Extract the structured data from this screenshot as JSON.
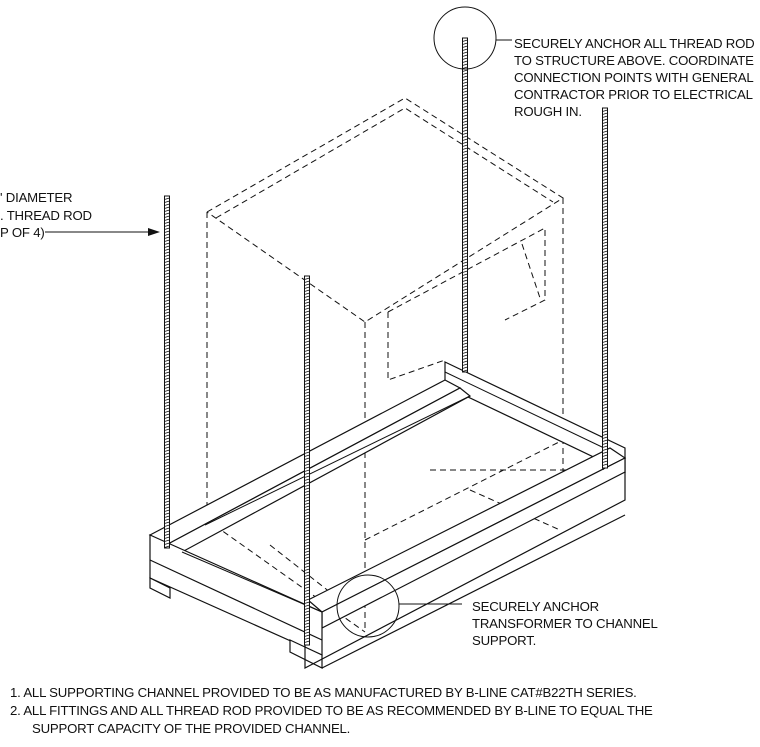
{
  "callouts": {
    "top_right": [
      "SECURELY ANCHOR ALL THREAD ROD",
      "TO STRUCTURE ABOVE. COORDINATE",
      "CONNECTION POINTS WITH GENERAL",
      "CONTRACTOR PRIOR TO ELECTRICAL",
      "ROUGH IN."
    ],
    "left_rod": [
      "' DIAMETER",
      ". THREAD ROD",
      "P OF 4)"
    ],
    "bottom_right": [
      "SECURELY ANCHOR",
      "TRANSFORMER TO CHANNEL",
      "SUPPORT."
    ]
  },
  "notes": [
    "1.  ALL SUPPORTING CHANNEL PROVIDED TO BE AS MANUFACTURED BY B-LINE CAT#B22TH SERIES.",
    "2.  ALL FITTINGS AND ALL THREAD ROD PROVIDED TO BE AS RECOMMENDED BY B-LINE TO EQUAL THE",
    "SUPPORT CAPACITY OF THE PROVIDED CHANNEL."
  ]
}
